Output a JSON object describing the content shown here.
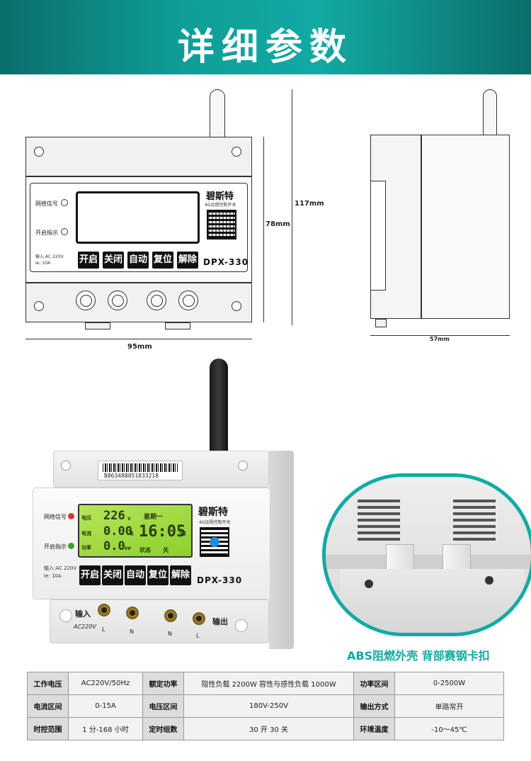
{
  "banner": {
    "title": "详细参数"
  },
  "dimensions": {
    "front_width": "95mm",
    "front_height": "78mm",
    "total_height": "117mm",
    "side_width": "57mm"
  },
  "drawing": {
    "led_network": "网络信号",
    "led_power": "开启指示",
    "input_spec_1": "输入:AC 220V",
    "input_spec_2": "Ie: 10A",
    "brand": "碧斯特",
    "brand_sub": "4G远程控制开关",
    "model": "DPX-330",
    "keys": [
      "开启",
      "关闭",
      "自动",
      "复位",
      "解除"
    ]
  },
  "photo": {
    "barcode_number": "B863488051033218",
    "led_network": "网络信号",
    "led_power": "开启指示",
    "input_spec_1": "输入:AC 220V",
    "input_spec_2": "Ie: 10A",
    "brand": "碧斯特",
    "brand_sub": "4G远程控制开关",
    "model": "DPX-330",
    "keys": [
      "开启",
      "关闭",
      "自动",
      "复位",
      "解除"
    ],
    "lcd": {
      "voltage": "226",
      "voltage_unit": "v",
      "current": "0.00",
      "current_unit": "A",
      "power": "0.0",
      "power_unit": "kW",
      "week": "星期一",
      "time": "16:05",
      "seconds": "33",
      "status_label": "状态",
      "status_value": "关",
      "left_labels": [
        "电压",
        "电流",
        "功率"
      ]
    },
    "input_label": "输入",
    "output_label": "输出",
    "terminal_voltage": "AC220V",
    "terminal_labels": [
      "L",
      "N",
      "N",
      "L"
    ]
  },
  "inset": {
    "caption": "ABS阻燃外壳  背部赛钢卡扣"
  },
  "specs": {
    "rows": [
      [
        {
          "k": "工作电压"
        },
        {
          "v": "AC220V/50Hz"
        },
        {
          "k": "额定功率"
        },
        {
          "v": "阻性负载   2200W   容性与感性负载 1000W"
        },
        {
          "k": "功率区间"
        },
        {
          "v": "0-2500W"
        }
      ],
      [
        {
          "k": "电流区间"
        },
        {
          "v": "0-15A"
        },
        {
          "k": "电压区间"
        },
        {
          "v": "180V-250V"
        },
        {
          "k": "输出方式"
        },
        {
          "v": "单路常开"
        }
      ],
      [
        {
          "k": "时控范围"
        },
        {
          "v": "1 分-168 小时"
        },
        {
          "k": "定时组数"
        },
        {
          "v": "30 开  30 关"
        },
        {
          "k": "环境温度"
        },
        {
          "v": "-10～45℃"
        }
      ]
    ]
  },
  "colors": {
    "accent": "#12aaa3",
    "lcd": "#a6dc3e"
  }
}
